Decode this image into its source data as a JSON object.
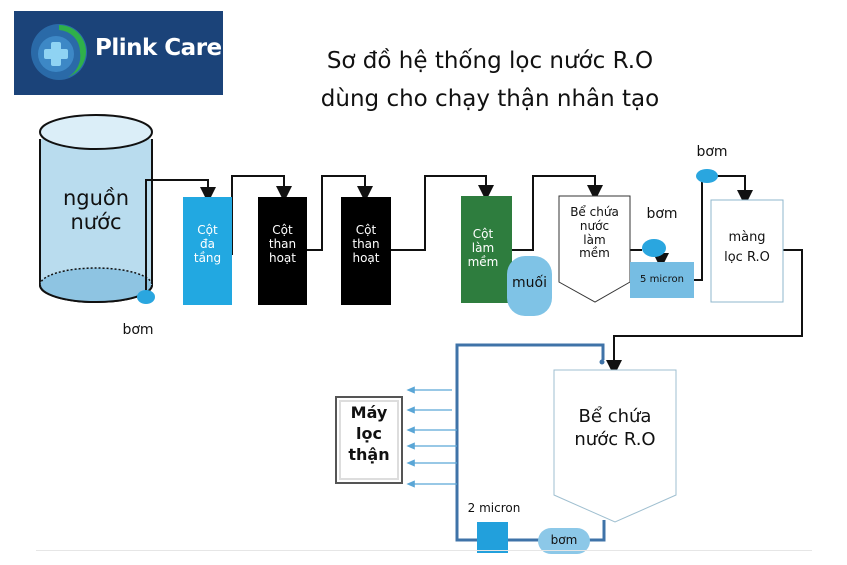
{
  "logo": {
    "brand": "Plink Care",
    "icon": "medical-cross-logo-icon",
    "bg_color": "#1b4379"
  },
  "title": {
    "line1": "Sơ đồ hệ thống lọc nước R.O",
    "line2": "dùng cho chạy thận nhân tạo"
  },
  "colors": {
    "tank_fill": "#b9dcee",
    "multimedia_column": "#22a8e1",
    "carbon_column": "#000000",
    "softener_column": "#2e7d3e",
    "salt_tank": "#7fc3e6",
    "pump": "#2aa6df",
    "filter_5_micron": "#76bde3",
    "filter_2_micron": "#22a0dc",
    "distribution_pipe": "#3f73a8",
    "outlet_arrow": "#5aa6d6"
  },
  "nodes": {
    "source": {
      "line1": "nguồn",
      "line2": "nước"
    },
    "pump_main": "bơm",
    "multimedia": {
      "line1": "Cột",
      "line2": "đa",
      "line3": "tầng"
    },
    "carbon1": {
      "line1": "Cột",
      "line2": "than",
      "line3": "hoạt"
    },
    "carbon2": {
      "line1": "Cột",
      "line2": "than",
      "line3": "hoạt"
    },
    "softener": {
      "line1": "Cột",
      "line2": "làm",
      "line3": "mềm"
    },
    "salt": "muối",
    "soft_tank": {
      "line1": "Bể chứa",
      "line2": "nước",
      "line3": "làm",
      "line4": "mềm"
    },
    "pump_5": "bơm",
    "filter_5": "5 micron",
    "pump_ro": "bơm",
    "ro_membrane": {
      "line1": "màng",
      "line2": "lọc R.O"
    },
    "ro_tank": {
      "line1": "Bể chứa",
      "line2": "nước R.O"
    },
    "dialysis_machine": {
      "line1": "Máy",
      "line2": "lọc",
      "line3": "thận"
    },
    "filter_2": "2 micron",
    "pump_loop": "bơm"
  },
  "outlets": {
    "count": 6
  }
}
